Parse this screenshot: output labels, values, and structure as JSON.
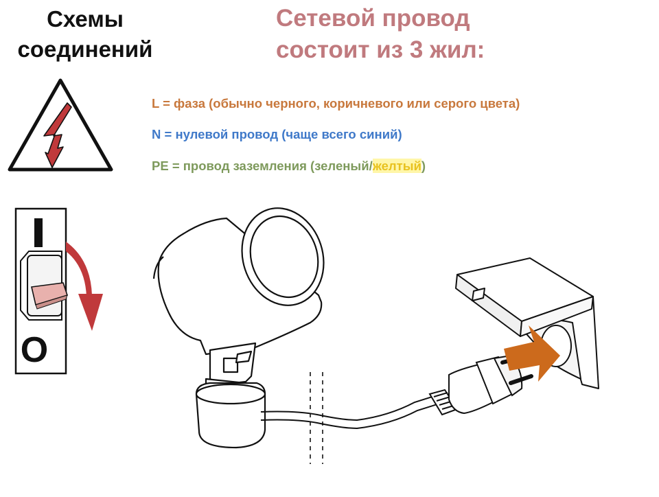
{
  "header": {
    "title_line1": "Схемы",
    "title_line2": "соединений",
    "subtitle_line1": "Сетевой провод",
    "subtitle_line2": "состоит из 3 жил:"
  },
  "legend": {
    "phase": "L = фаза (обычно черного, коричневого или серого цвета)",
    "neutral": "N  = нулевой провод (чаще всего синий)",
    "ground_prefix": "PE = провод заземления  (зеленый/",
    "ground_highlight": "желтый",
    "ground_suffix": ")"
  },
  "switch": {
    "on_label": "I",
    "off_label": "O"
  },
  "colors": {
    "phase": "#c8783c",
    "neutral": "#3f79c9",
    "ground": "#7e9a5c",
    "highlight": "#e8c21f",
    "warning_bolt": "#c0393b",
    "arrow_red": "#c0393b",
    "arrow_orange": "#cc6a1c"
  },
  "icons": [
    "warning-triangle-icon",
    "lightning-bolt-icon",
    "circuit-breaker-icon",
    "rotate-arrow-icon",
    "spotlight-lamp-icon",
    "power-plug-icon",
    "wall-socket-icon",
    "insert-arrow-icon"
  ]
}
